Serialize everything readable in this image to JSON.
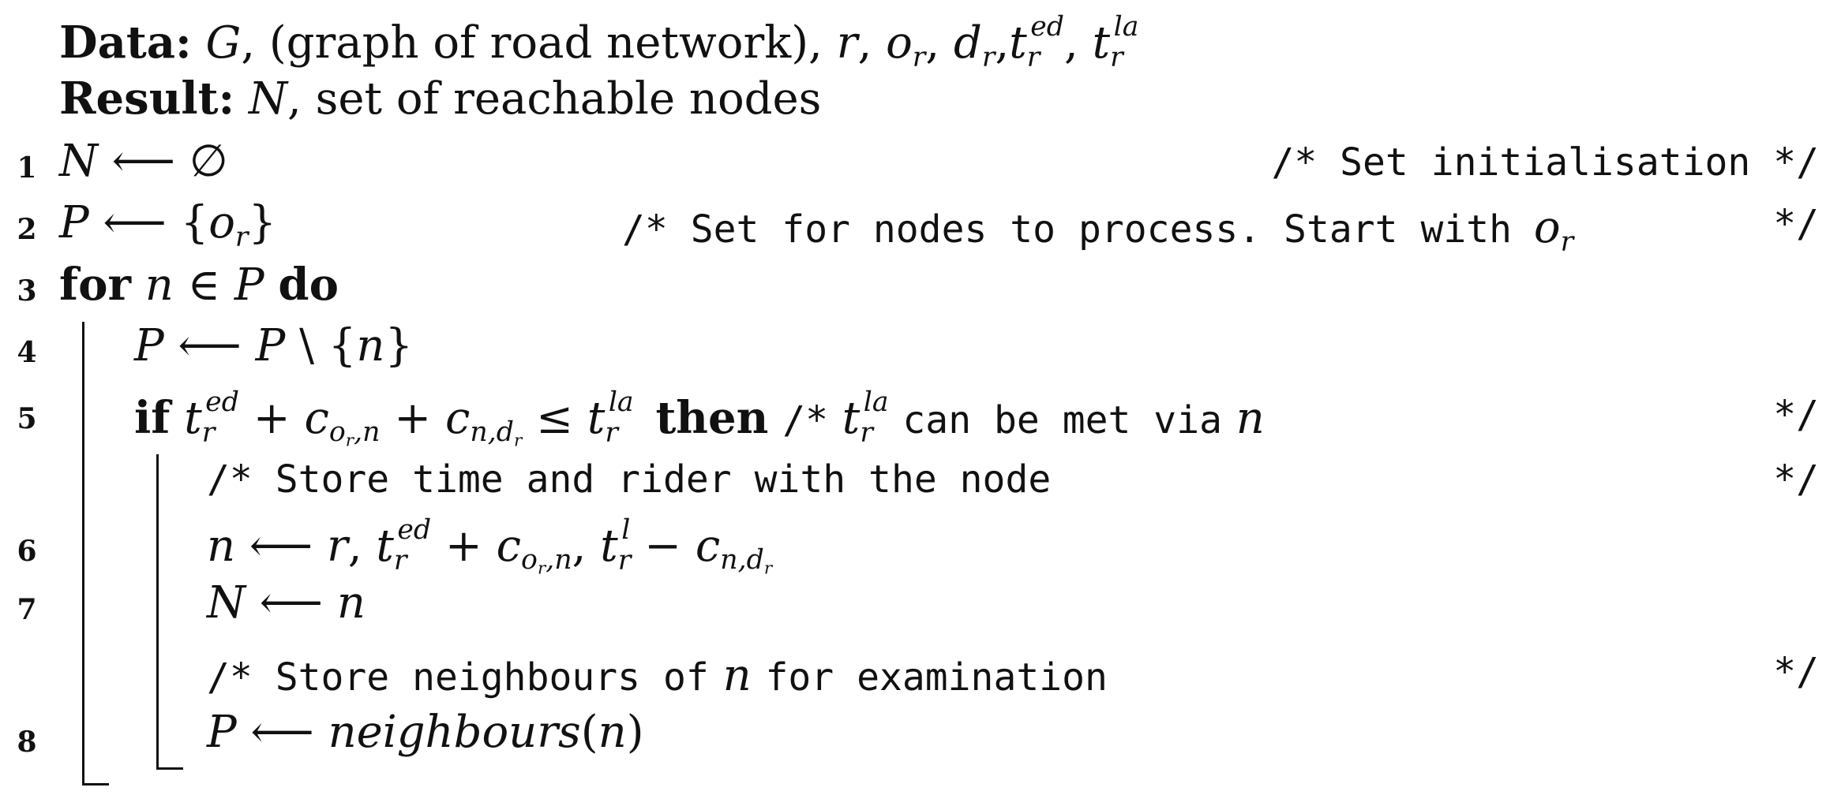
{
  "header": {
    "data_label": "Data:",
    "data_text": "G, (graph of road network), r, o_r, d_r, t_r^ed, t_r^la",
    "result_label": "Result:",
    "result_text": "N, set of reachable nodes"
  },
  "line_numbers": [
    "1",
    "2",
    "3",
    "4",
    "5",
    "6",
    "7",
    "8"
  ],
  "keywords": {
    "for": "for",
    "do": "do",
    "if": "if",
    "then": "then"
  },
  "comments": {
    "line1": "/* Set initialisation */",
    "line2_pre": "/* Set for nodes to process.  Start with",
    "line2_post": "*/",
    "line5_pre": "/*",
    "line5_mid": "can be met via",
    "line5_post": "*/",
    "store_time": "/* Store time and rider with the node",
    "store_time_end": "*/",
    "store_neighbours_pre": "/* Store neighbours of",
    "store_neighbours_post": "for examination",
    "store_neighbours_end": "*/"
  },
  "statements": {
    "line8_func": "neighbours"
  }
}
